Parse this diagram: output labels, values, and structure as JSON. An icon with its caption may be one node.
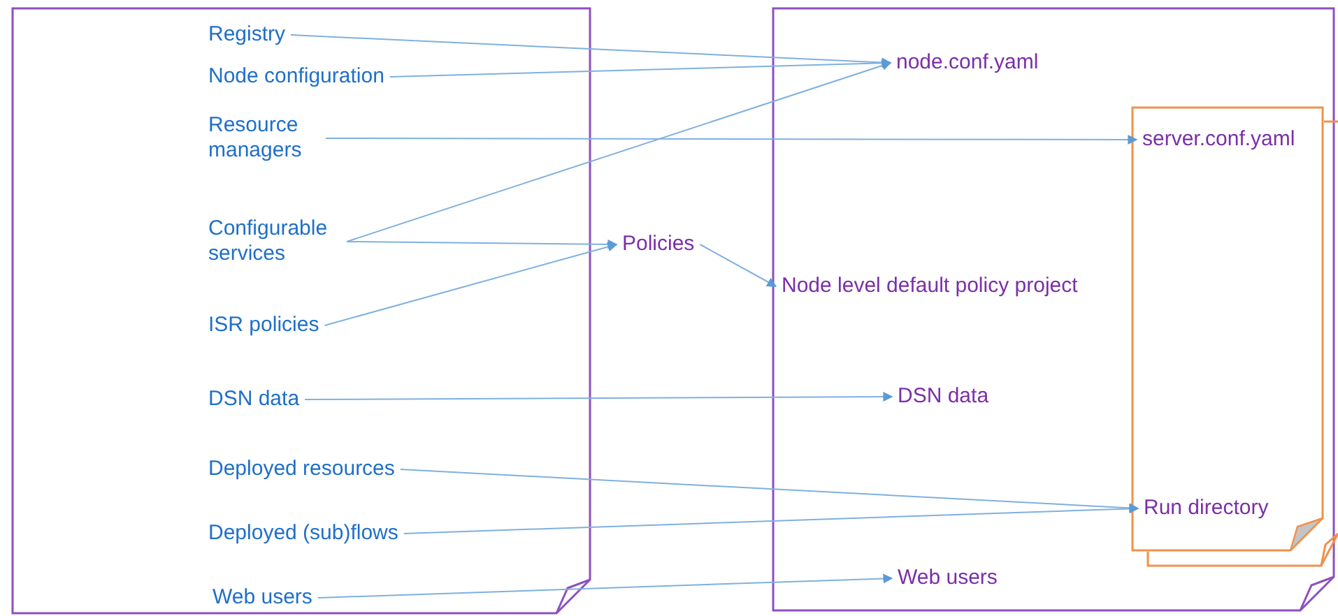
{
  "diagram": {
    "nodes": [
      {
        "text": [],
        "shape": "box"
      },
      {
        "text": [
          "Registry"
        ],
        "in": 0
      },
      {
        "text": [
          "Node configuration"
        ],
        "in": 0
      },
      {
        "text": [
          "Resource managers"
        ],
        "in": 0
      },
      {
        "text": [
          "Configurable services"
        ],
        "in": 0
      },
      {
        "text": [
          "ISR policies"
        ],
        "in": 0
      },
      {
        "text": [
          "DSN data"
        ],
        "in": 0
      },
      {
        "text": [
          "Deployed resources"
        ],
        "in": 0
      },
      {
        "text": [
          "Deployed (sub)flows"
        ],
        "in": 0
      },
      {
        "text": [
          "Web users"
        ],
        "in": 0
      },
      {
        "text": [
          "Policies"
        ]
      },
      {
        "text": [],
        "shape": "box"
      },
      {
        "text": [
          "node.conf.yaml"
        ],
        "in": 11
      },
      {
        "text": [],
        "shape": "box",
        "in": 11
      },
      {
        "text": [
          "server.conf.yaml"
        ],
        "in": 13
      },
      {
        "text": [
          "Node level default policy project"
        ],
        "in": 11
      },
      {
        "text": [
          "DSN data"
        ],
        "in": 11
      },
      {
        "text": [
          "Run directory"
        ],
        "in": 13
      },
      {
        "text": [
          "Web users"
        ],
        "in": 11
      }
    ],
    "edges": [
      {
        "from": 1,
        "to": 12,
        "arrow": "to"
      },
      {
        "from": 2,
        "to": 12,
        "arrow": "to"
      },
      {
        "from": 3,
        "to": 14,
        "arrow": "to"
      },
      {
        "from": 4,
        "to": 12,
        "arrow": "to"
      },
      {
        "from": 4,
        "to": 10,
        "arrow": "to"
      },
      {
        "from": 5,
        "to": 10,
        "arrow": "to"
      },
      {
        "from": 10,
        "to": 15,
        "arrow": "to"
      },
      {
        "from": 6,
        "to": 16,
        "arrow": "to"
      },
      {
        "from": 7,
        "to": 17,
        "arrow": "to"
      },
      {
        "from": 8,
        "to": 17,
        "arrow": "to"
      },
      {
        "from": 9,
        "to": 18,
        "arrow": "to"
      }
    ]
  }
}
